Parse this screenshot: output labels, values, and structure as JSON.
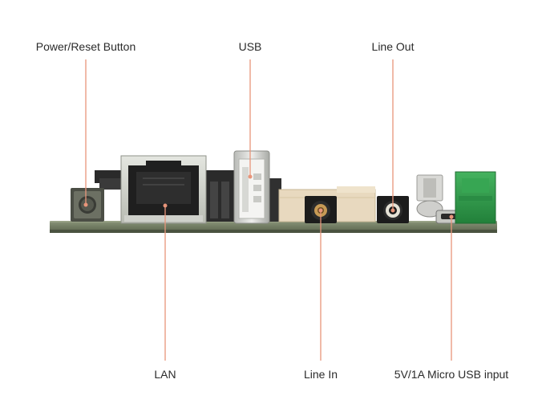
{
  "labels": {
    "power_reset": "Power/Reset Button",
    "usb": "USB",
    "line_out": "Line Out",
    "lan": "LAN",
    "line_in": "Line In",
    "micro_usb": "5V/1A Micro USB input"
  },
  "colors": {
    "leader": "#e8957a",
    "pcb": "#6d7a5e",
    "connector_green": "#2f9a4a",
    "header_beige": "#e8d9bf"
  }
}
